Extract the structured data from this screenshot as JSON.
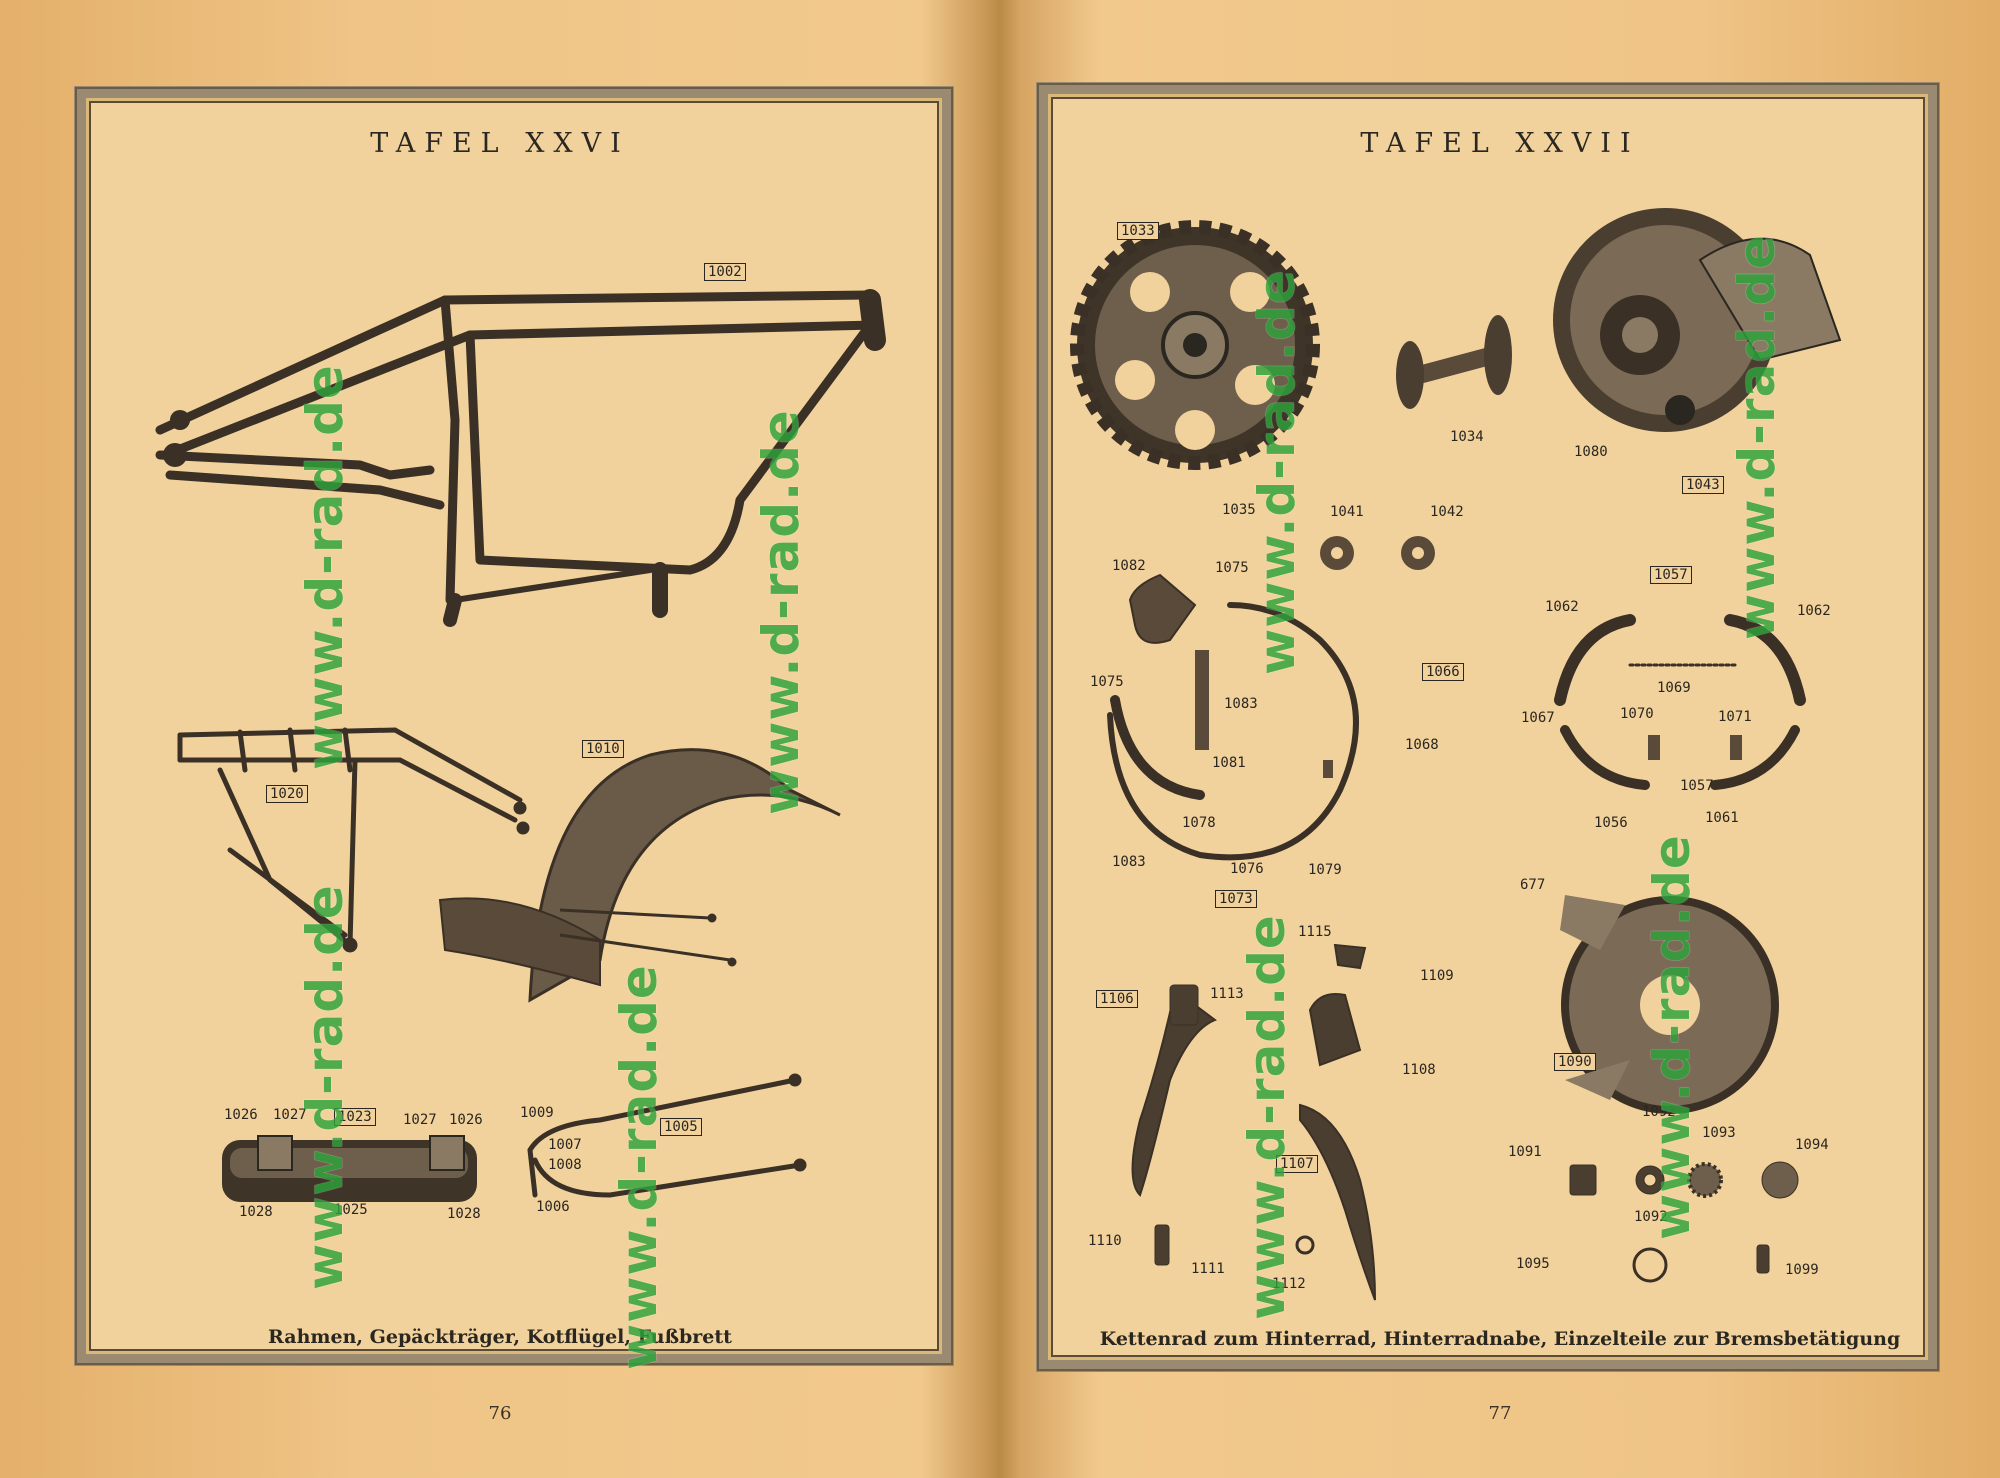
{
  "left_page": {
    "title": "TAFEL XXVI",
    "caption": "Rahmen, Gepäckträger, Kotflügel, Fußbrett",
    "page_number": "76",
    "part_numbers": {
      "frame": "1002",
      "luggage_rack": "1020",
      "fender": "1010",
      "footboard_1023": "1023",
      "fb_1026_a": "1026",
      "fb_1026_b": "1026",
      "fb_1027_small": "1027",
      "fb_1027": "1027",
      "fb_1028_a": "1028",
      "fb_1028_b": "1028",
      "fb_1025": "1025",
      "stay_1009": "1009",
      "stay_1005": "1005",
      "stay_1007": "1007",
      "stay_1008": "1008",
      "stay_1006": "1006"
    }
  },
  "right_page": {
    "title": "TAFEL XXVII",
    "caption": "Kettenrad zum Hinterrad, Hinterradnabe, Einzelteile zur Bremsbetätigung",
    "page_number": "77",
    "part_numbers": {
      "sprocket": "1033",
      "hub": "1034",
      "p1035": "1035",
      "p1080": "1080",
      "p1041": "1041",
      "p1042": "1042",
      "p1043": "1043",
      "p1082": "1082",
      "p1075_a": "1075",
      "p1075_b": "1075",
      "p1083_a": "1083",
      "p1083_b": "1083",
      "p1081": "1081",
      "p1078": "1078",
      "p1076": "1076",
      "p1079": "1079",
      "p1066": "1066",
      "p1067": "1067",
      "p1068": "1068",
      "p1057_box": "1057",
      "p1062_a": "1062",
      "p1062_b": "1062",
      "p1069": "1069",
      "p1070": "1070",
      "p1071": "1071",
      "p1057": "1057",
      "p1056": "1056",
      "p1061": "1061",
      "p1073": "1073",
      "p1115": "1115",
      "p1109": "1109",
      "p1106": "1106",
      "p1113": "1113",
      "p1108": "1108",
      "p1107": "1107",
      "p1110": "1110",
      "p1111": "1111",
      "p1112": "1112",
      "p677": "677",
      "p1090": "1090",
      "p1092_a": "1092",
      "p1091": "1091",
      "p1093": "1093",
      "p1094": "1094",
      "p1092_b": "1092",
      "p1095": "1095",
      "p1099": "1099"
    }
  },
  "watermark": {
    "text": "www.d-rad.de",
    "color": "#2da33a"
  }
}
